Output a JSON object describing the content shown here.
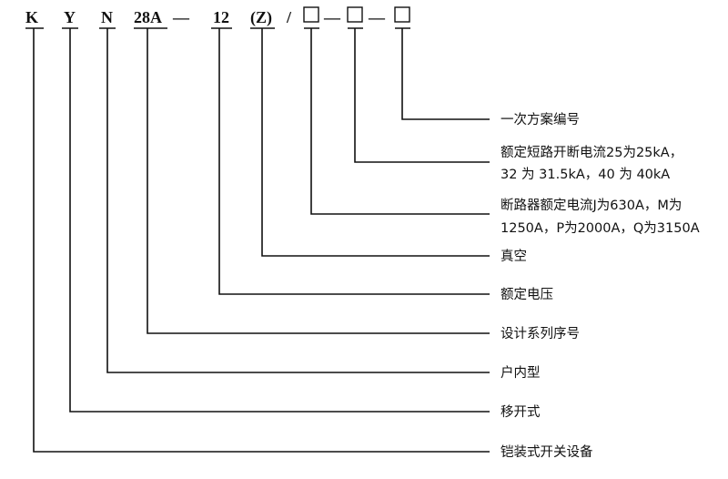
{
  "model_code": {
    "k": "K",
    "y": "Y",
    "n": "N",
    "series": "28A",
    "dash1": "—",
    "voltage": "12",
    "vacuum": "(Z)",
    "slash": "/",
    "dash2": "—",
    "dash3": "—"
  },
  "labels": {
    "scheme": "一次方案编号",
    "breaking_l1": "额定短路开断电流25为25kA，",
    "breaking_l2": "32 为 31.5kA，40 为 40kA",
    "current_l1": "断路器额定电流J为630A，M为",
    "current_l2": "1250A，P为2000A，Q为3150A",
    "vacuum": "真空",
    "rated_voltage": "额定电压",
    "design_no": "设计系列序号",
    "indoor": "户内型",
    "withdrawable": "移开式",
    "switchgear": "铠装式开关设备"
  }
}
